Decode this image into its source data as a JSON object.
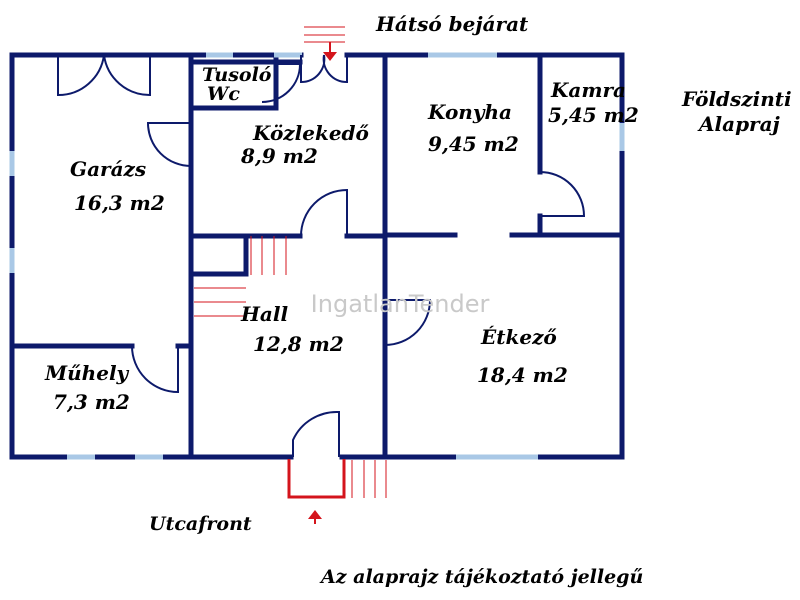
{
  "title": {
    "line1": "Földszinti",
    "line2": "Alapraj"
  },
  "entrances": {
    "rear": "Hátsó bejárat",
    "front": "Utcafront"
  },
  "rooms": {
    "garage": {
      "name": "Garázs",
      "area": "16,3 m2"
    },
    "shower": {
      "name": "Tusoló"
    },
    "wc": {
      "name": "Wc"
    },
    "corridor": {
      "name": "Közlekedő",
      "area": "8,9 m2"
    },
    "kitchen": {
      "name": "Konyha",
      "area": "9,45 m2"
    },
    "pantry": {
      "name": "Kamra",
      "area": "5,45 m2"
    },
    "hall": {
      "name": "Hall",
      "area": "12,8 m2"
    },
    "dining": {
      "name": "Étkező",
      "area": "18,4 m2"
    },
    "workshop": {
      "name": "Műhely",
      "area": "7,3 m2"
    }
  },
  "watermark": "IngatlanTender",
  "disclaimer": "Az alaprajz tájékoztató jellegű",
  "colors": {
    "wall": "#0d1a6b",
    "window": "#a9c8e6",
    "entrance": "#d4141c",
    "stairs": "#d4141c",
    "text": "#000000"
  }
}
